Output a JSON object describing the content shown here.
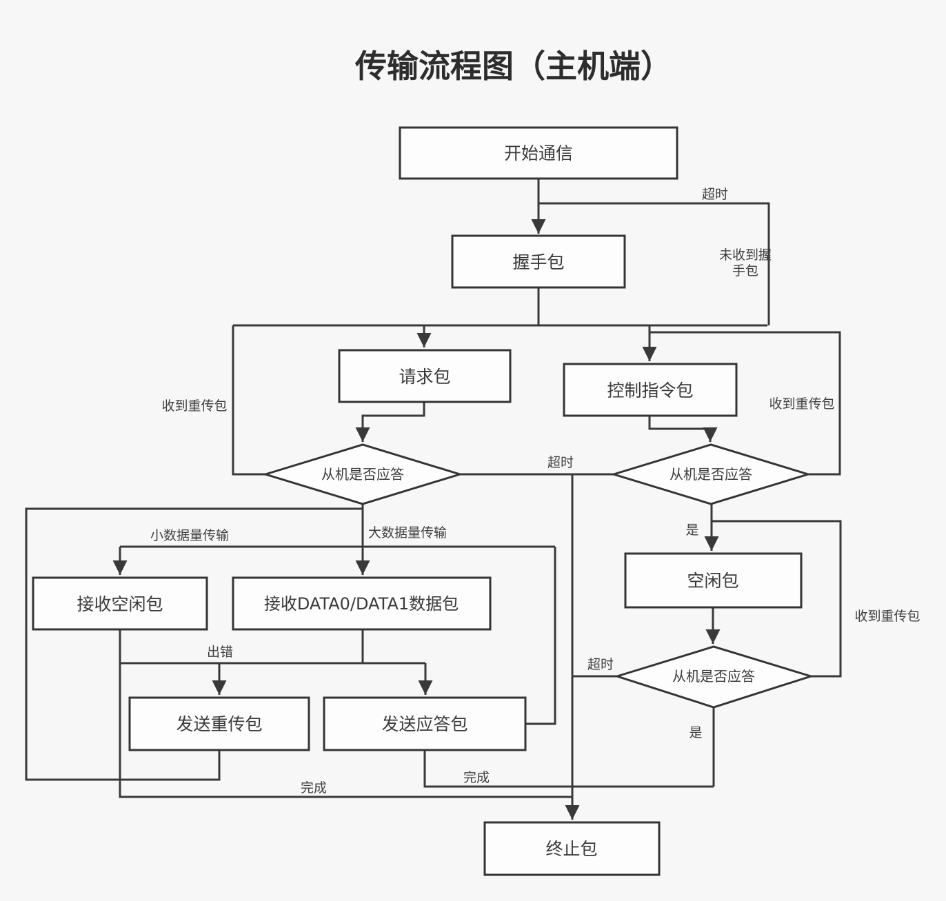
{
  "title": "传输流程图（主机端）",
  "colors": {
    "background": "#f7f7f7",
    "line": "#39393c",
    "box_border": "#343437",
    "box_fill": "#fdfdfd",
    "text": "#3a3a3a"
  },
  "nodes": {
    "start": {
      "label": "开始通信"
    },
    "handshake": {
      "label": "握手包"
    },
    "request": {
      "label": "请求包"
    },
    "control": {
      "label": "控制指令包"
    },
    "d1": {
      "label": "从机是否应答"
    },
    "d2": {
      "label": "从机是否应答"
    },
    "recv_idle": {
      "label": "接收空闲包"
    },
    "recv_data": {
      "label": "接收DATA0/DATA1数据包"
    },
    "send_retrans": {
      "label": "发送重传包"
    },
    "send_ack": {
      "label": "发送应答包"
    },
    "idle": {
      "label": "空闲包"
    },
    "d3": {
      "label": "从机是否应答"
    },
    "terminate": {
      "label": "终止包"
    }
  },
  "edge_labels": {
    "timeout_top": "超时",
    "no_handshake": [
      "未收到握",
      "手包"
    ],
    "retrans_left": "收到重传包",
    "retrans_right_upper": "收到重传包",
    "retrans_right_lower": "收到重传包",
    "timeout_mid": "超时",
    "timeout_d3": "超时",
    "yes_d2": "是",
    "yes_d3": "是",
    "small_data": "小数据量传输",
    "large_data": "大数据量传输",
    "error": "出错",
    "done_ack": "完成",
    "done_left": "完成"
  }
}
